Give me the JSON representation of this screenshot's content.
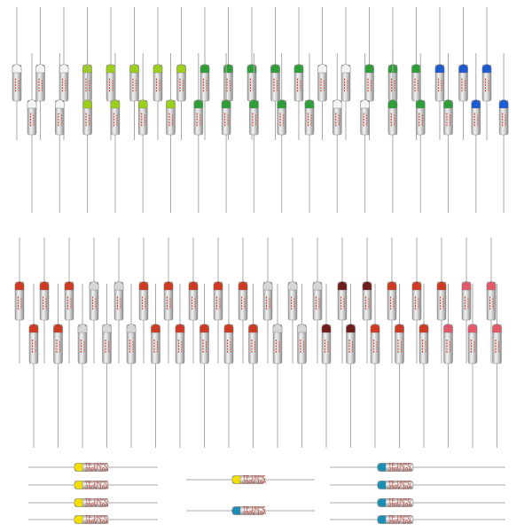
{
  "photo": {
    "subject": "Assortment of axial thermal fuses with colored end caps",
    "body_text": "TF 192°C 250V 10A",
    "cap_colors": {
      "white": "#f4f4f4",
      "lime": "#9bcf1a",
      "green": "#2f9e38",
      "blue": "#1c5bd1",
      "red": "#cf3b22",
      "silver": "#d7d7d7",
      "maroon": "#6e1c1c",
      "pink": "#e25a6a",
      "yellow": "#f3e000",
      "teal": "#1a8fb6"
    },
    "groups": {
      "top": {
        "row1_caps": [
          "white",
          "white",
          "white",
          "lime",
          "lime",
          "lime",
          "lime",
          "lime",
          "green",
          "green",
          "green",
          "green",
          "green",
          "white",
          "white",
          "green",
          "green",
          "green",
          "blue",
          "blue",
          "blue"
        ],
        "row2_caps": [
          "white",
          "white",
          "lime",
          "lime",
          "lime",
          "lime",
          "green",
          "green",
          "green",
          "green",
          "green",
          "white",
          "white",
          "green",
          "green",
          "green",
          "blue",
          "blue"
        ]
      },
      "middle": {
        "row1_caps": [
          "red",
          "red",
          "red",
          "silver",
          "silver",
          "red",
          "red",
          "red",
          "red",
          "red",
          "silver",
          "silver",
          "silver",
          "maroon",
          "maroon",
          "red",
          "red",
          "red",
          "pink",
          "pink"
        ],
        "row2_caps": [
          "red",
          "red",
          "silver",
          "silver",
          "silver",
          "red",
          "red",
          "red",
          "red",
          "red",
          "silver",
          "silver",
          "maroon",
          "maroon",
          "red",
          "red",
          "red",
          "pink",
          "pink",
          "pink"
        ]
      },
      "bottom": {
        "left_caps": [
          "yellow",
          "yellow",
          "yellow",
          "yellow"
        ],
        "center_caps": [
          "yellow",
          "teal"
        ],
        "right_caps": [
          "teal",
          "teal",
          "teal",
          "teal"
        ]
      }
    }
  }
}
